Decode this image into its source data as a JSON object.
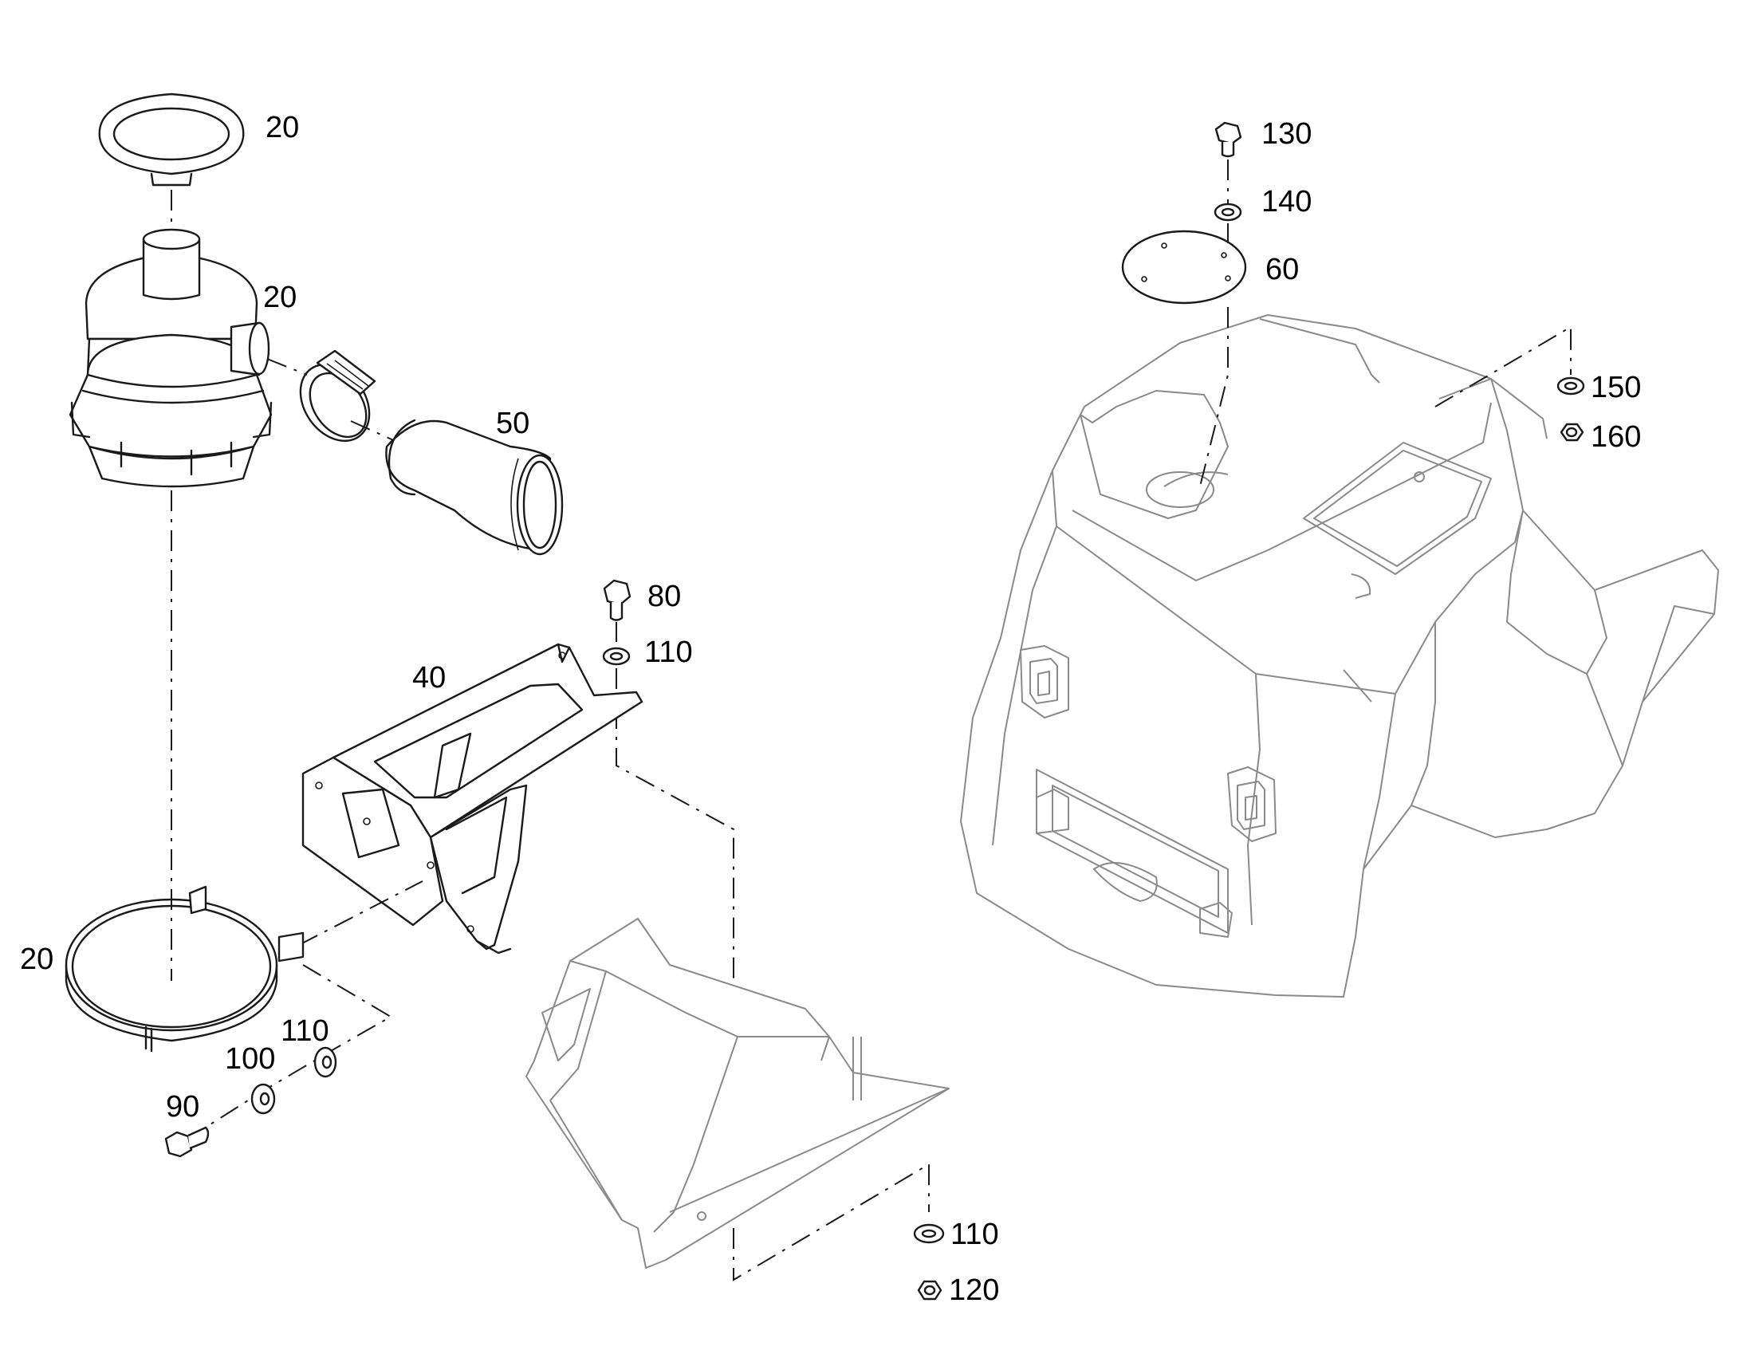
{
  "callouts": [
    {
      "id": "cap",
      "text": "20"
    },
    {
      "id": "filter",
      "text": "20"
    },
    {
      "id": "band",
      "text": "20"
    },
    {
      "id": "hose",
      "text": "50"
    },
    {
      "id": "bracket",
      "text": "40"
    },
    {
      "id": "bolt-80",
      "text": "80"
    },
    {
      "id": "washer-110-top",
      "text": "110"
    },
    {
      "id": "washer-110-mid",
      "text": "110"
    },
    {
      "id": "washer-100",
      "text": "100"
    },
    {
      "id": "bolt-90",
      "text": "90"
    },
    {
      "id": "bolt-130",
      "text": "130"
    },
    {
      "id": "washer-140",
      "text": "140"
    },
    {
      "id": "plate-60",
      "text": "60"
    },
    {
      "id": "washer-150",
      "text": "150"
    },
    {
      "id": "nut-160",
      "text": "160"
    },
    {
      "id": "washer-110-bottom",
      "text": "110"
    },
    {
      "id": "nut-120",
      "text": "120"
    }
  ]
}
